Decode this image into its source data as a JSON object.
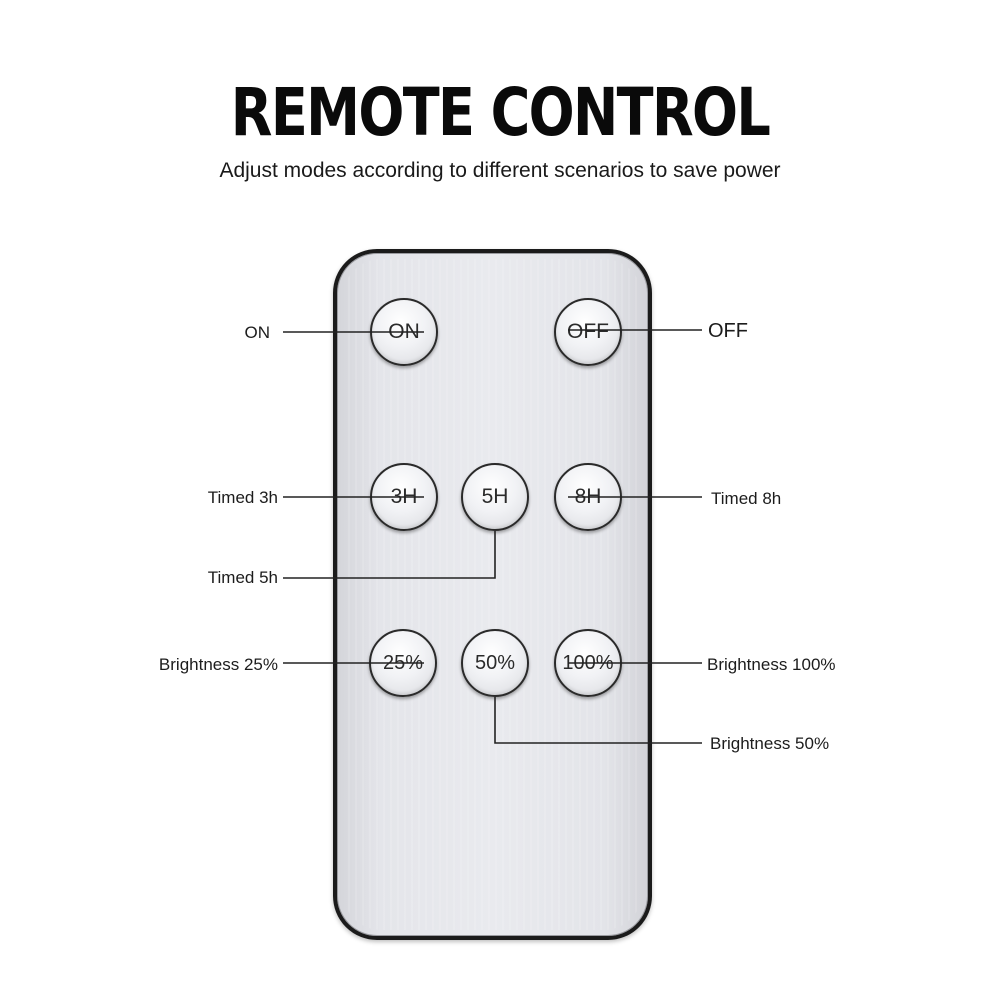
{
  "header": {
    "title": "REMOTE CONTROL",
    "subtitle": "Adjust modes according to different scenarios to save power"
  },
  "colors": {
    "remote_body": "#e6e7eb",
    "remote_border": "#1b1b1b",
    "key_face": "#f1f2f5",
    "leader_line": "#222222"
  },
  "keys": {
    "on": "ON",
    "off": "OFF",
    "h3": "3H",
    "h5": "5H",
    "h8": "8H",
    "p25": "25%",
    "p50": "50%",
    "p100": "100%"
  },
  "callouts": {
    "on": "ON",
    "off": "OFF",
    "timed_3h": "Timed 3h",
    "timed_5h": "Timed 5h",
    "timed_8h": "Timed 8h",
    "brightness_25": "Brightness 25%",
    "brightness_50": "Brightness 50%",
    "brightness_100": "Brightness 100%"
  }
}
